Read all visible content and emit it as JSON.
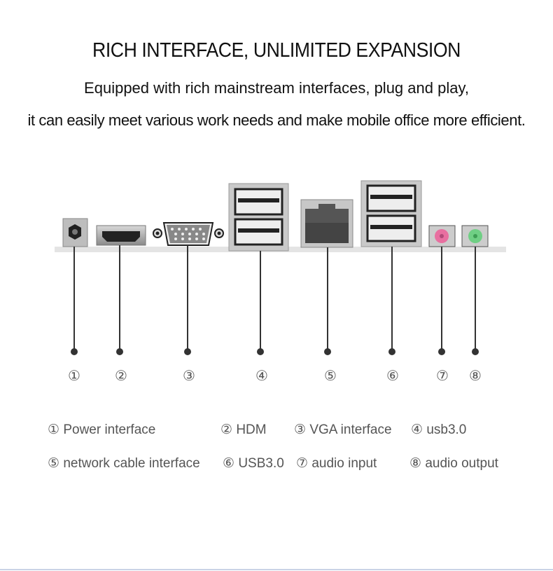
{
  "header": {
    "title": "RICH INTERFACE, UNLIMITED EXPANSION",
    "subtitle_line1": "Equipped with rich mainstream interfaces, plug and play,",
    "subtitle_line2": "it can easily meet various work needs and make mobile office more efficient."
  },
  "diagram": {
    "ports": [
      "power-port",
      "hdmi-port",
      "vga-port",
      "usb-port-pair",
      "rj45-port",
      "usb-port-pair",
      "audio-in-jack",
      "audio-out-jack"
    ],
    "numbers": [
      "①",
      "②",
      "③",
      "④",
      "⑤",
      "⑥",
      "⑦",
      "⑧"
    ],
    "colors": {
      "audio_in": "#e86fa0",
      "audio_out": "#6fcf84",
      "metal": "#9a9a9a",
      "shelf": "#e4e4e4"
    }
  },
  "legend": [
    {
      "num": "①",
      "label": "Power interface"
    },
    {
      "num": "②",
      "label": "HDM"
    },
    {
      "num": "③",
      "label": "VGA interface"
    },
    {
      "num": "④",
      "label": "usb3.0"
    },
    {
      "num": "⑤",
      "label": "network cable interface"
    },
    {
      "num": "⑥",
      "label": "USB3.0"
    },
    {
      "num": "⑦",
      "label": "audio input"
    },
    {
      "num": "⑧",
      "label": "audio output"
    }
  ]
}
